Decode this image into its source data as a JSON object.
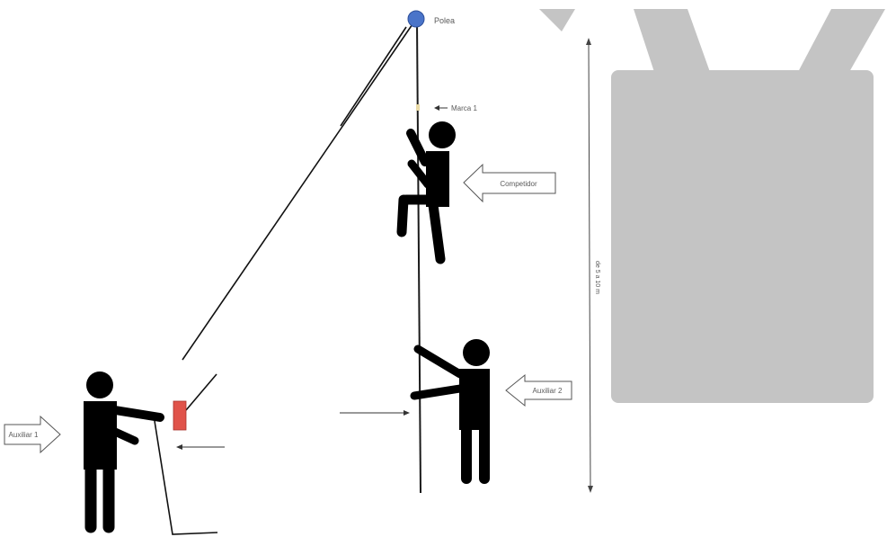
{
  "labels": {
    "pulley": "Polea",
    "mark": "Marca 1",
    "competitor": "Competidor",
    "helper_2": "Auxiliar 2",
    "helper_1": "Auxiliar 1",
    "height_range": "de 5 a 10 m"
  },
  "colors": {
    "pulley": "#4a74c9",
    "brake_block": "#e0534a",
    "figures": "#000000",
    "background_shape": "#c4c4c4",
    "mark": "#e8d9a6"
  },
  "icons": {
    "pulley": "pulley-icon",
    "figures": "person-silhouette-icon",
    "callouts": "arrow-callout-icon"
  }
}
